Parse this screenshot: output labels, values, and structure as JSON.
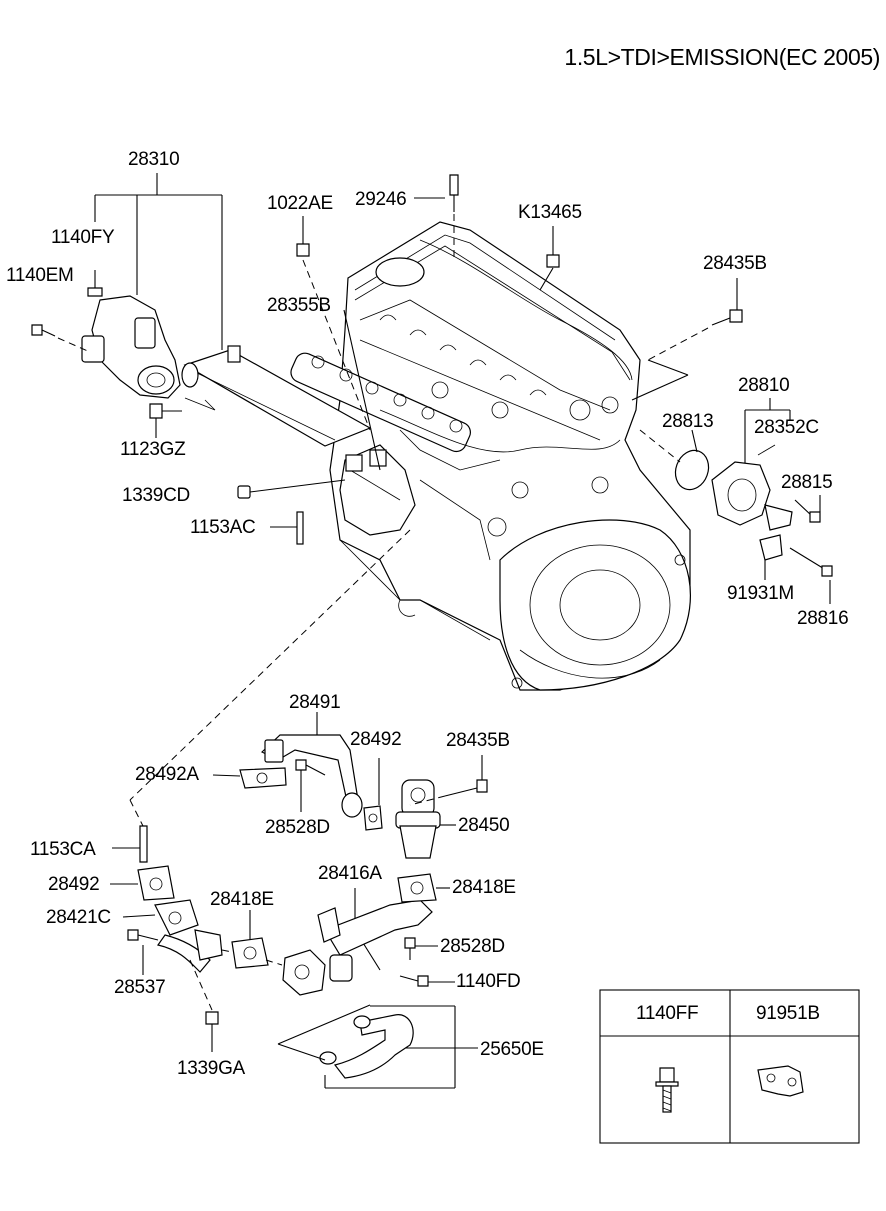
{
  "title": "1.5L>TDI>EMISSION(EC 2005)",
  "labels": {
    "p28310": "28310",
    "p1140FY": "1140FY",
    "p1140EM": "1140EM",
    "p1123GZ": "1123GZ",
    "p1022AE": "1022AE",
    "p29246": "29246",
    "pK13465": "K13465",
    "p28435B_top": "28435B",
    "p28355B": "28355B",
    "p28810": "28810",
    "p28813": "28813",
    "p28352C": "28352C",
    "p28815": "28815",
    "p1339CD": "1339CD",
    "p1153AC": "1153AC",
    "p91931M": "91931M",
    "p28816": "28816",
    "p28491": "28491",
    "p28492_top": "28492",
    "p28435B_bot": "28435B",
    "p28492A": "28492A",
    "p28528D_top": "28528D",
    "p28450": "28450",
    "p1153CA": "1153CA",
    "p28492_left": "28492",
    "p28421C": "28421C",
    "p28418E_left": "28418E",
    "p28416A": "28416A",
    "p28418E_right": "28418E",
    "p28528D_bot": "28528D",
    "p28537": "28537",
    "p1140FD": "1140FD",
    "p25650E": "25650E",
    "p1339GA": "1339GA"
  },
  "legend_table": {
    "headers": [
      "1140FF",
      "91951B"
    ]
  }
}
